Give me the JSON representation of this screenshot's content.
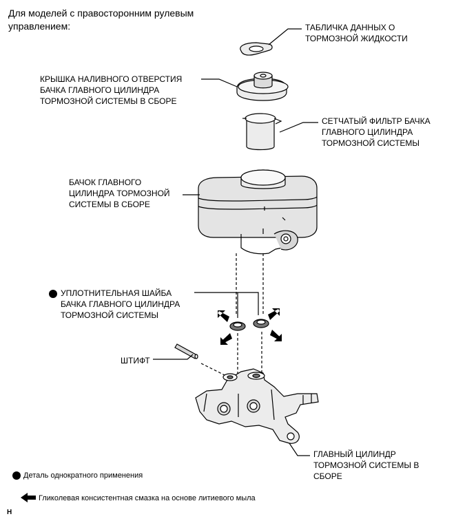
{
  "header": {
    "line1": "Для моделей с правосторонним рулевым",
    "line2": "управлением:"
  },
  "labels": {
    "data_plate": [
      "ТАБЛИЧКА ДАННЫХ О",
      "ТОРМОЗНОЙ ЖИДКОСТИ"
    ],
    "cap": [
      "КРЫШКА НАЛИВНОГО ОТВЕРСТИЯ",
      "БАЧКА ГЛАВНОГО ЦИЛИНДРА",
      "ТОРМОЗНОЙ СИСТЕМЫ В СБОРЕ"
    ],
    "strainer": [
      "СЕТЧАТЫЙ ФИЛЬТР БАЧКА",
      "ГЛАВНОГО ЦИЛИНДРА",
      "ТОРМОЗНОЙ СИСТЕМЫ"
    ],
    "reservoir": [
      "БАЧОК ГЛАВНОГО",
      "ЦИЛИНДРА ТОРМОЗНОЙ",
      "СИСТЕМЫ В СБОРЕ"
    ],
    "grommet": [
      "УПЛОТНИТЕЛЬНАЯ ШАЙБА",
      "БАЧКА ГЛАВНОГО ЦИЛИНДРА",
      "ТОРМОЗНОЙ СИСТЕМЫ"
    ],
    "pin": "ШТИФТ",
    "master_cylinder": [
      "ГЛАВНЫЙ ЦИЛИНДР",
      "ТОРМОЗНОЙ СИСТЕМЫ В",
      "СБОРЕ"
    ]
  },
  "legend": {
    "non_reusable": "Деталь однократного применения",
    "grease": "Гликолевая консистентная смазка на основе литиевого мыла"
  },
  "corner_code": "H"
}
